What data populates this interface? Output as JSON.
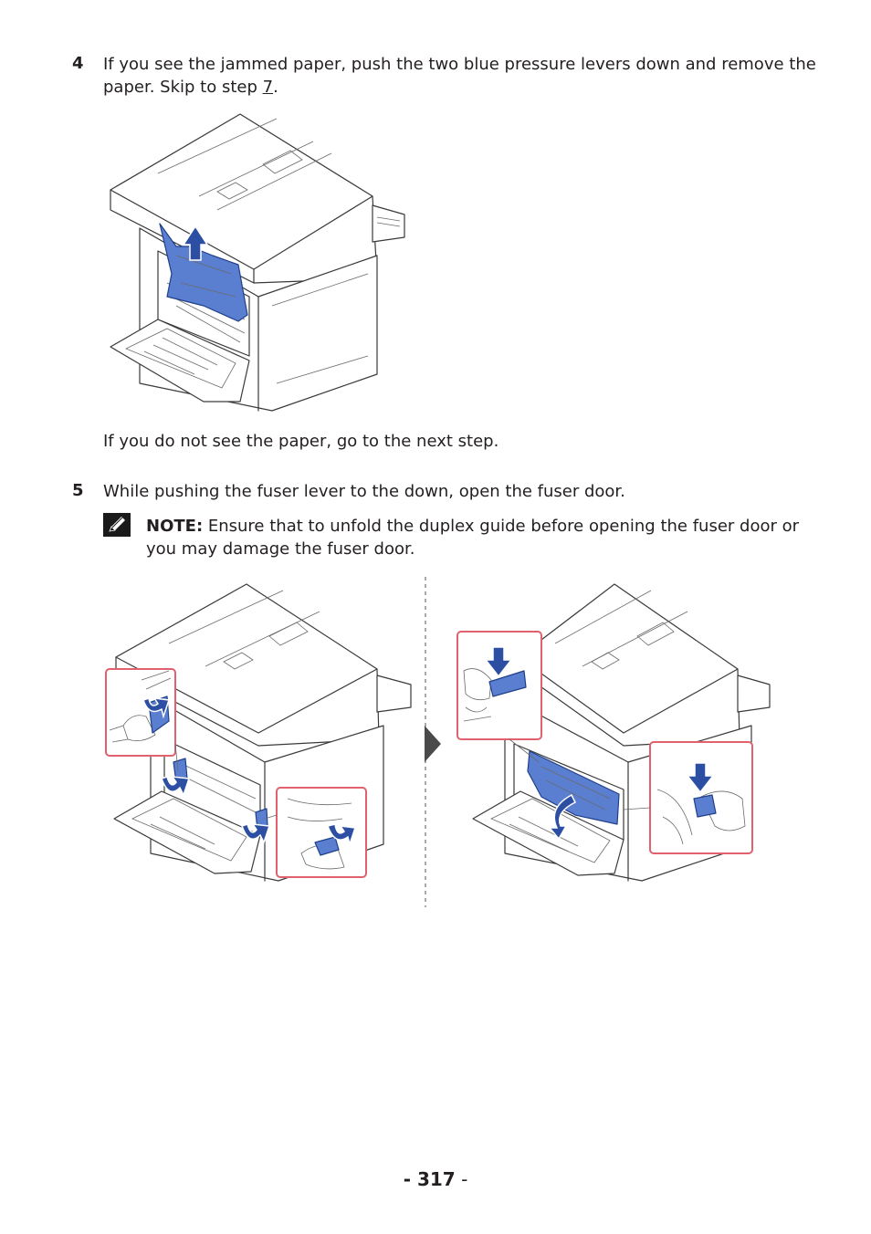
{
  "step4": {
    "number": "4",
    "text_before": "If you see the jammed paper, push the two blue pressure levers down and remove the paper. Skip to step ",
    "link": "7",
    "text_after": "."
  },
  "step4_followup": "If you do not see the paper, go to the next step.",
  "step5": {
    "number": "5",
    "text": "While pushing the fuser lever to the down, open the fuser door."
  },
  "note": {
    "icon": "note-pencil-icon",
    "label": "NOTE:",
    "text": " Ensure that to unfold the duplex guide before opening the fuser door or you may damage the fuser door."
  },
  "page_number": {
    "number": "- 317",
    "suffix": " -"
  },
  "colors": {
    "lever_blue": "#5b7fd0",
    "arrow_blue": "#2c4fa3",
    "callout_border": "#e2616e"
  }
}
